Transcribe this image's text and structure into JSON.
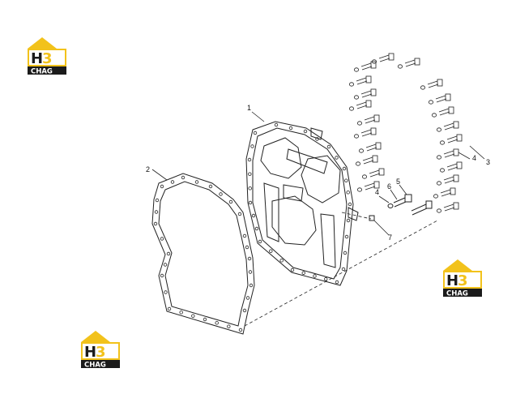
{
  "logos": [
    {
      "h": "H",
      "n": "3",
      "word": "CHAG"
    },
    {
      "h": "H",
      "n": "3",
      "word": "CHAG"
    },
    {
      "h": "H",
      "n": "3",
      "word": "CHAG"
    }
  ],
  "callouts": {
    "c1": "1",
    "c2": "2",
    "c3": "3",
    "c4a": "4",
    "c4b": "4",
    "c5": "5",
    "c6": "6",
    "c7": "7"
  },
  "colors": {
    "logo_yellow": "#f2c21b",
    "logo_dark": "#1b1b1b",
    "line": "#222222"
  }
}
